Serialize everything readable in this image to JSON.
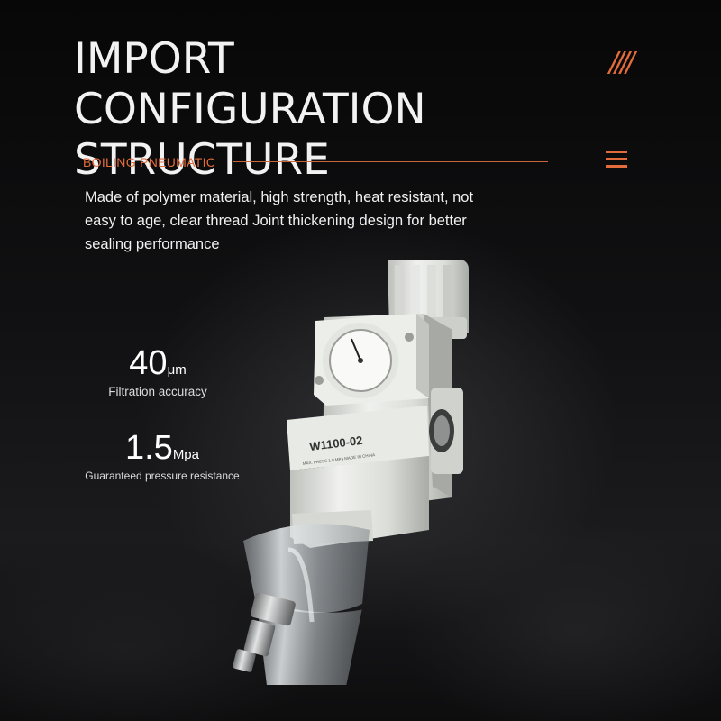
{
  "header": {
    "title": "IMPORT CONFIGURATION STRUCTURE",
    "subtitle": "BOILING PNEUMATIC",
    "decor_slashes": "////"
  },
  "description": "Made of polymer material, high strength, heat resistant, not easy to age, clear thread Joint thickening design for better sealing performance",
  "stats": [
    {
      "value": "40",
      "unit": "μm",
      "label": "Filtration accuracy"
    },
    {
      "value": "1.5",
      "unit": "Mpa",
      "label": "Guaranteed pressure resistance"
    }
  ],
  "product": {
    "model_label": "W1100-02",
    "small_print": "MAX. PRESS 1.0 MPa  MADE IN CHINA"
  },
  "colors": {
    "accent": "#e46c3a",
    "background": "#0c0c0d",
    "text": "#ffffff"
  },
  "icons": [
    "menu-icon"
  ]
}
